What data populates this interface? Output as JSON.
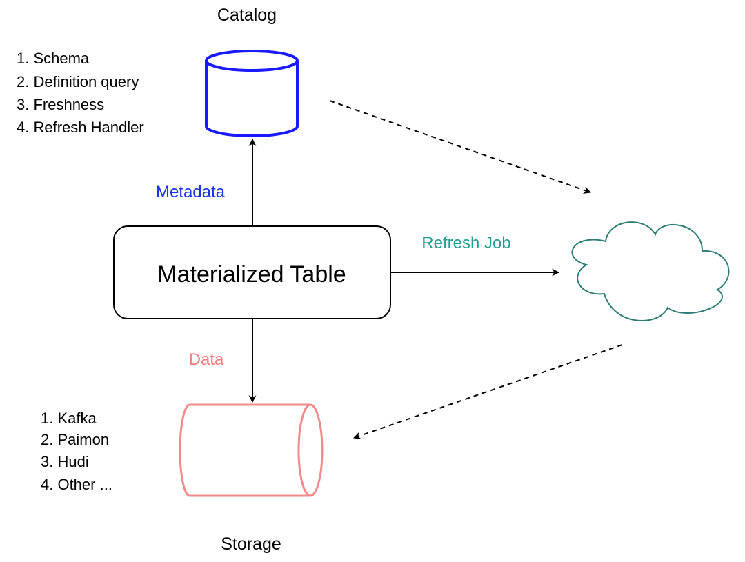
{
  "catalog": {
    "title": "Catalog",
    "items": [
      "1. Schema",
      "2. Definition query",
      "3. Freshness",
      "4. Refresh Handler"
    ]
  },
  "storage": {
    "title": "Storage",
    "items": [
      "1. Kafka",
      "2. Paimon",
      "3. Hudi",
      "4. Other ..."
    ]
  },
  "main_box": {
    "label": "Materialized Table"
  },
  "edges": {
    "metadata": "Metadata",
    "refresh_job": "Refresh Job",
    "data": "Data"
  },
  "colors": {
    "catalog": "#1a1aff",
    "storage": "#f28b8b",
    "cloud": "#2e7d78",
    "metadata_label": "#1a33e6",
    "refresh_label": "#1f9e94",
    "data_label": "#f07d7d",
    "line": "#000000"
  }
}
